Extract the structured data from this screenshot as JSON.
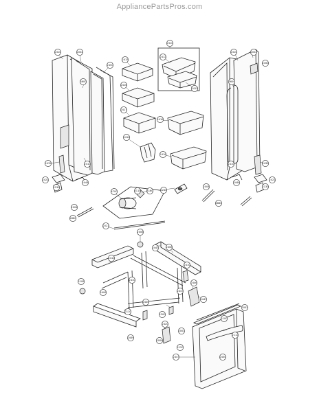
{
  "header": {
    "site_title": "AppliancePartsPros.com"
  },
  "diagram": {
    "part_callouts": [
      {
        "id": "c-top-box",
        "label": "2310"
      },
      {
        "id": "c-top-bin-a",
        "label": "2412"
      },
      {
        "id": "c-top-bin-b",
        "label": "2413"
      },
      {
        "id": "c-ld-tl",
        "label": "2310"
      },
      {
        "id": "c-ld-tm",
        "label": "2002"
      },
      {
        "id": "c-ld-gasket",
        "label": "2450"
      },
      {
        "id": "c-ld-handle",
        "label": "3600"
      },
      {
        "id": "c-ld-low",
        "label": "2410"
      },
      {
        "id": "c-ld-hinge",
        "label": "2435"
      },
      {
        "id": "c-ld-h1",
        "label": "2421"
      },
      {
        "id": "c-ld-h2",
        "label": "2130"
      },
      {
        "id": "c-ld-h3",
        "label": "2444"
      },
      {
        "id": "c-bin1",
        "label": "2415"
      },
      {
        "id": "c-bin2",
        "label": "2416"
      },
      {
        "id": "c-bin3",
        "label": "2417"
      },
      {
        "id": "c-bin-big1",
        "label": "2416"
      },
      {
        "id": "c-bracket",
        "label": "2410"
      },
      {
        "id": "c-bin-big2",
        "label": "2416"
      },
      {
        "id": "c-rd-tl",
        "label": "2310"
      },
      {
        "id": "c-rd-tr",
        "label": "2002"
      },
      {
        "id": "c-rd-edge",
        "label": "2450"
      },
      {
        "id": "c-rd-handle",
        "label": "3600"
      },
      {
        "id": "c-rd-low",
        "label": "2410"
      },
      {
        "id": "c-rd-hinge",
        "label": "2435"
      },
      {
        "id": "c-rd-h1",
        "label": "2421"
      },
      {
        "id": "c-rd-h2",
        "label": "2130"
      },
      {
        "id": "c-rd-h3",
        "label": "2444"
      },
      {
        "id": "c-motor",
        "label": "4700"
      },
      {
        "id": "c-motor2",
        "label": "4110"
      },
      {
        "id": "c-motor3",
        "label": "4160"
      },
      {
        "id": "c-valve",
        "label": "2240"
      },
      {
        "id": "c-rod",
        "label": "2021"
      },
      {
        "id": "c-left-part",
        "label": "2004"
      },
      {
        "id": "c-left-part2",
        "label": "4880"
      },
      {
        "id": "c-right-part",
        "label": "2004"
      },
      {
        "id": "c-right-part2",
        "label": "4880"
      },
      {
        "id": "c-knob",
        "label": "2006"
      },
      {
        "id": "c-rail-l",
        "label": "2410"
      },
      {
        "id": "c-rail-r",
        "label": "2447"
      },
      {
        "id": "c-frame-a",
        "label": "2408"
      },
      {
        "id": "c-frame-b",
        "label": "2406"
      },
      {
        "id": "c-frame-c",
        "label": "2410"
      },
      {
        "id": "c-frame-d",
        "label": "2300"
      },
      {
        "id": "c-wheel",
        "label": "2108"
      },
      {
        "id": "c-wheel2",
        "label": "2110"
      },
      {
        "id": "c-bracket-a",
        "label": "2410"
      },
      {
        "id": "c-bracket-b",
        "label": "2440"
      },
      {
        "id": "c-bracket-c",
        "label": "2447"
      },
      {
        "id": "c-bracket-d",
        "label": "2446"
      },
      {
        "id": "c-bracket-e",
        "label": "2447"
      },
      {
        "id": "c-rail-low",
        "label": "2449"
      },
      {
        "id": "c-drawer-a",
        "label": "2001"
      },
      {
        "id": "c-drawer-b",
        "label": "2002"
      },
      {
        "id": "c-drawer-c",
        "label": "2100"
      },
      {
        "id": "c-drawer-d",
        "label": "2112"
      },
      {
        "id": "c-drawer-e",
        "label": "2420"
      },
      {
        "id": "c-drawer-f",
        "label": "2004"
      },
      {
        "id": "c-drawer-g",
        "label": "2120"
      },
      {
        "id": "c-drawer-h",
        "label": "2447"
      },
      {
        "id": "c-drawer-i",
        "label": "2430"
      }
    ]
  }
}
